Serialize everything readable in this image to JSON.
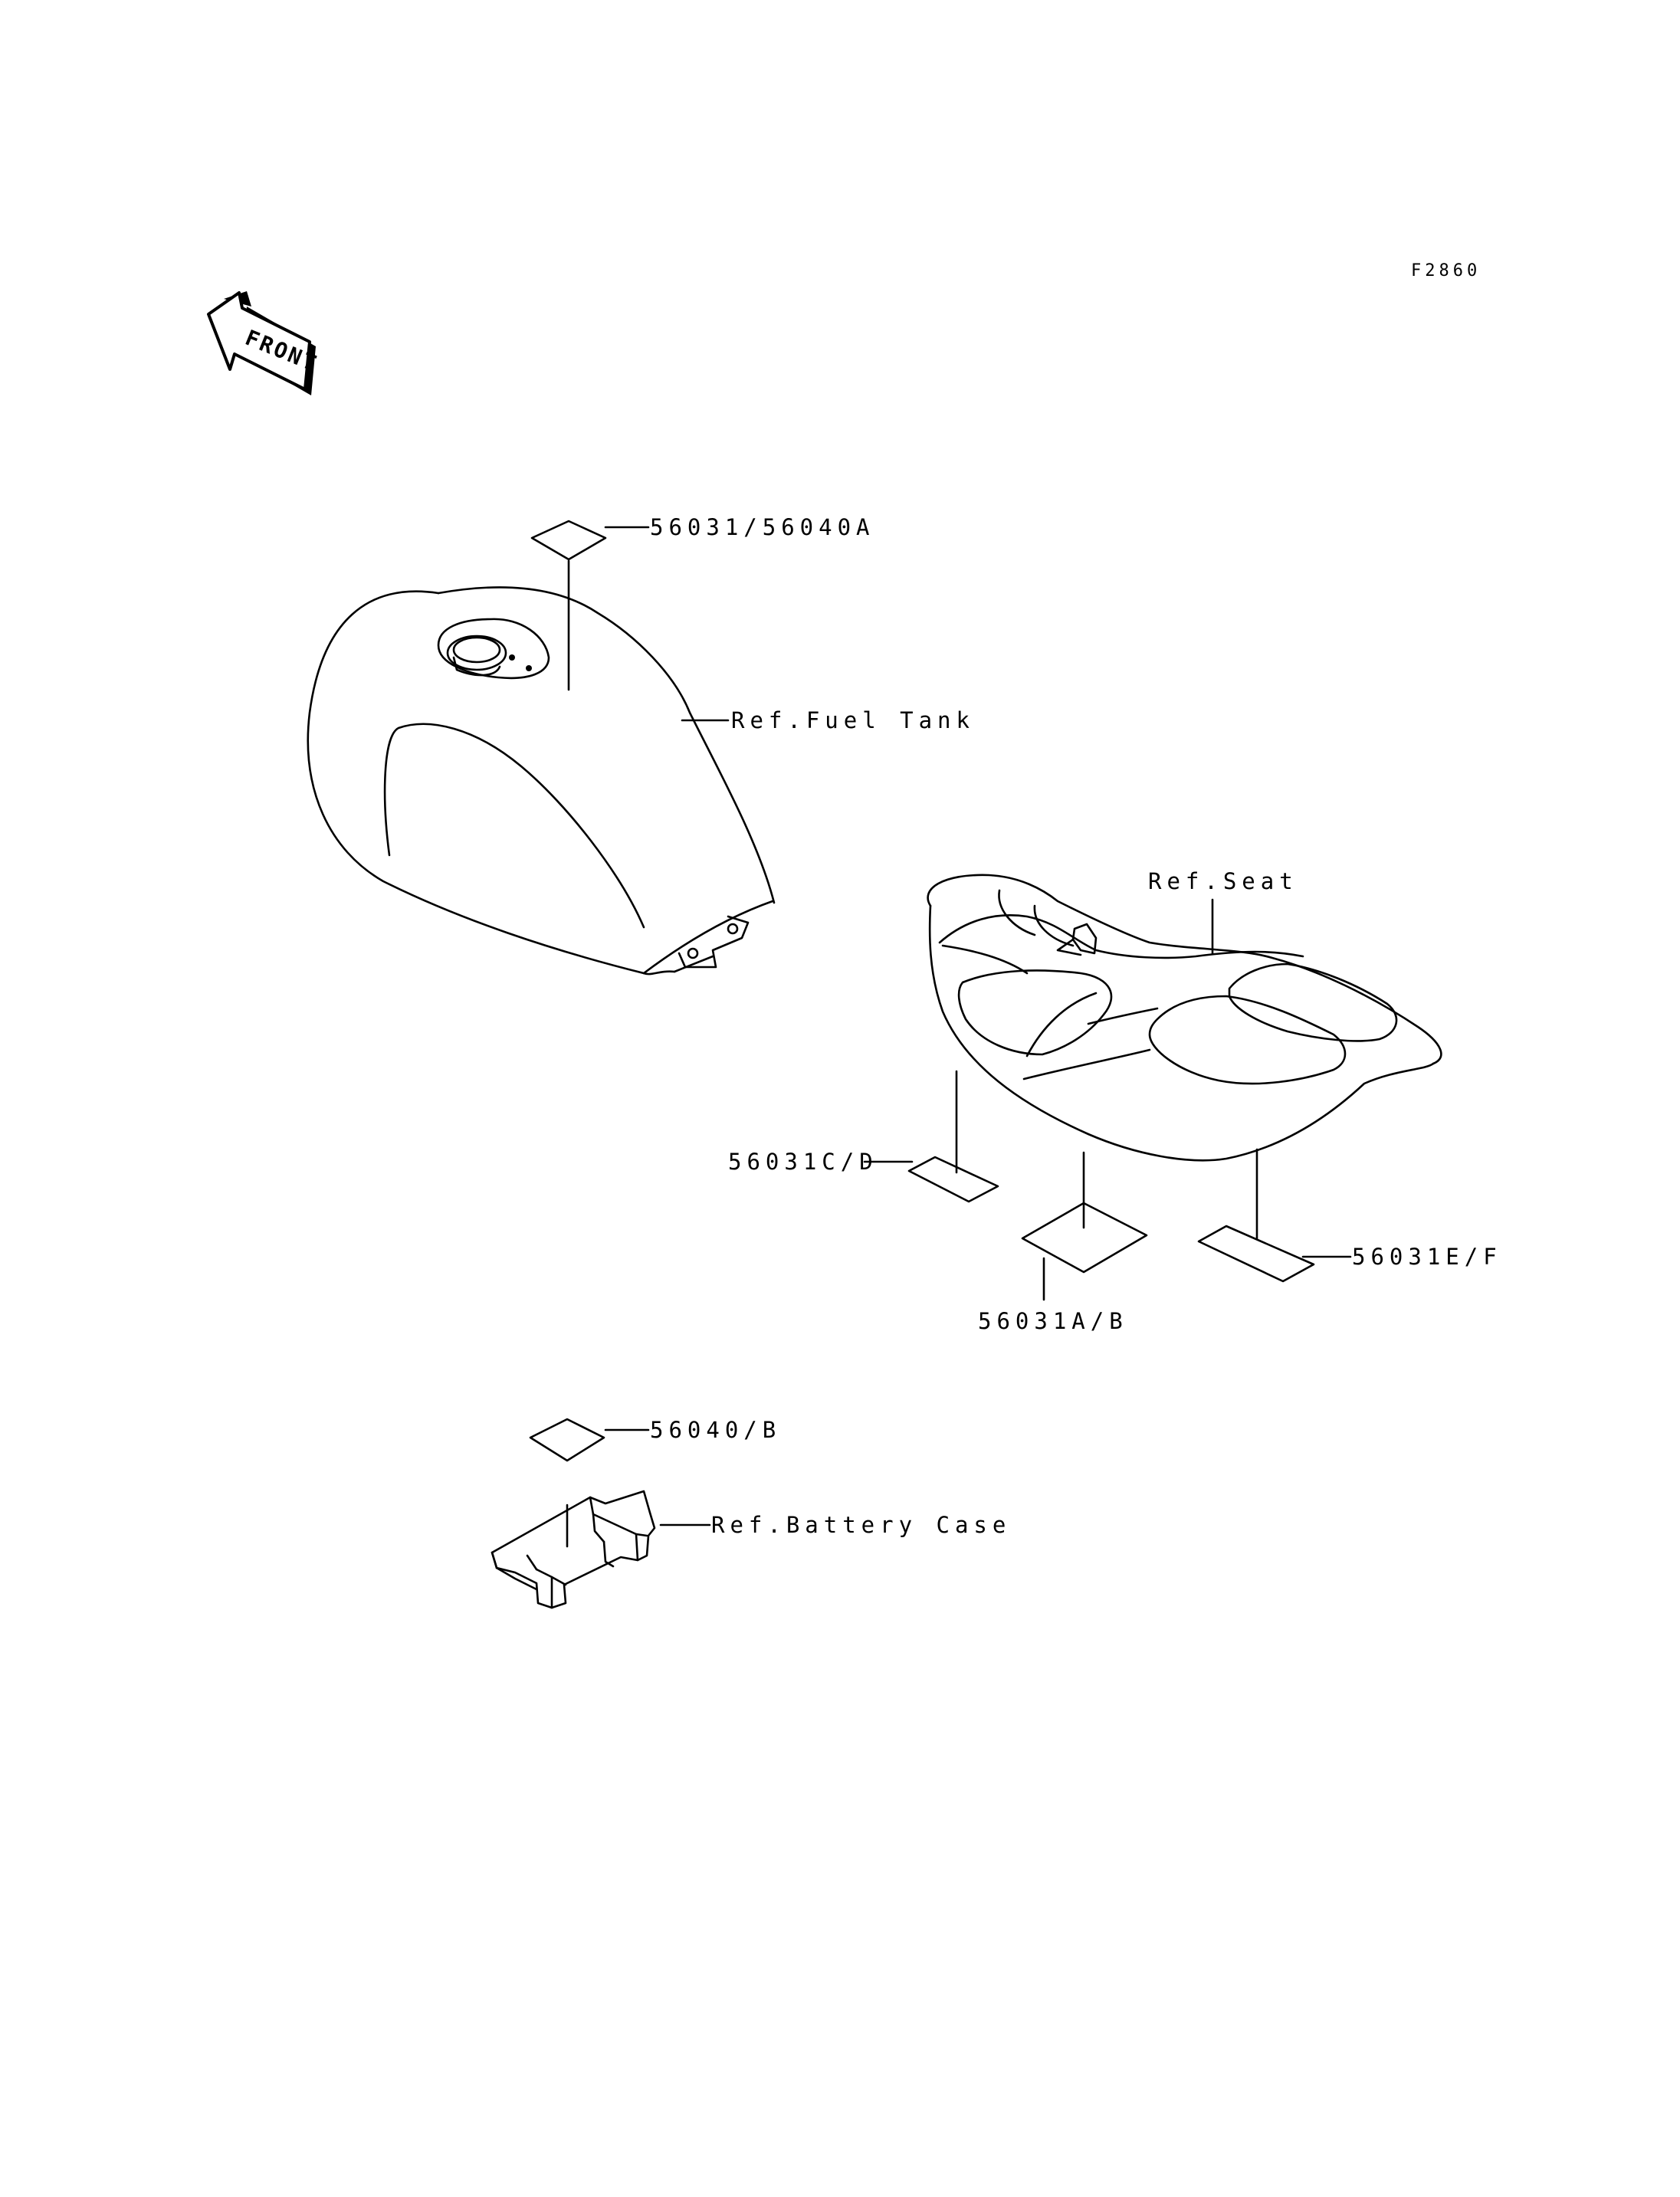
{
  "figure_code": "F2860",
  "front_arrow": {
    "label": "FRONT",
    "icon": "front-direction-arrow-icon"
  },
  "labels": {
    "tank_decal": "56031/56040A",
    "fuel_tank": "Ref.Fuel Tank",
    "seat": "Ref.Seat",
    "seat_decal_cd": "56031C/D",
    "seat_decal_ab": "56031A/B",
    "seat_decal_ef": "56031E/F",
    "battery_decal": "56040/B",
    "battery_case": "Ref.Battery Case"
  }
}
